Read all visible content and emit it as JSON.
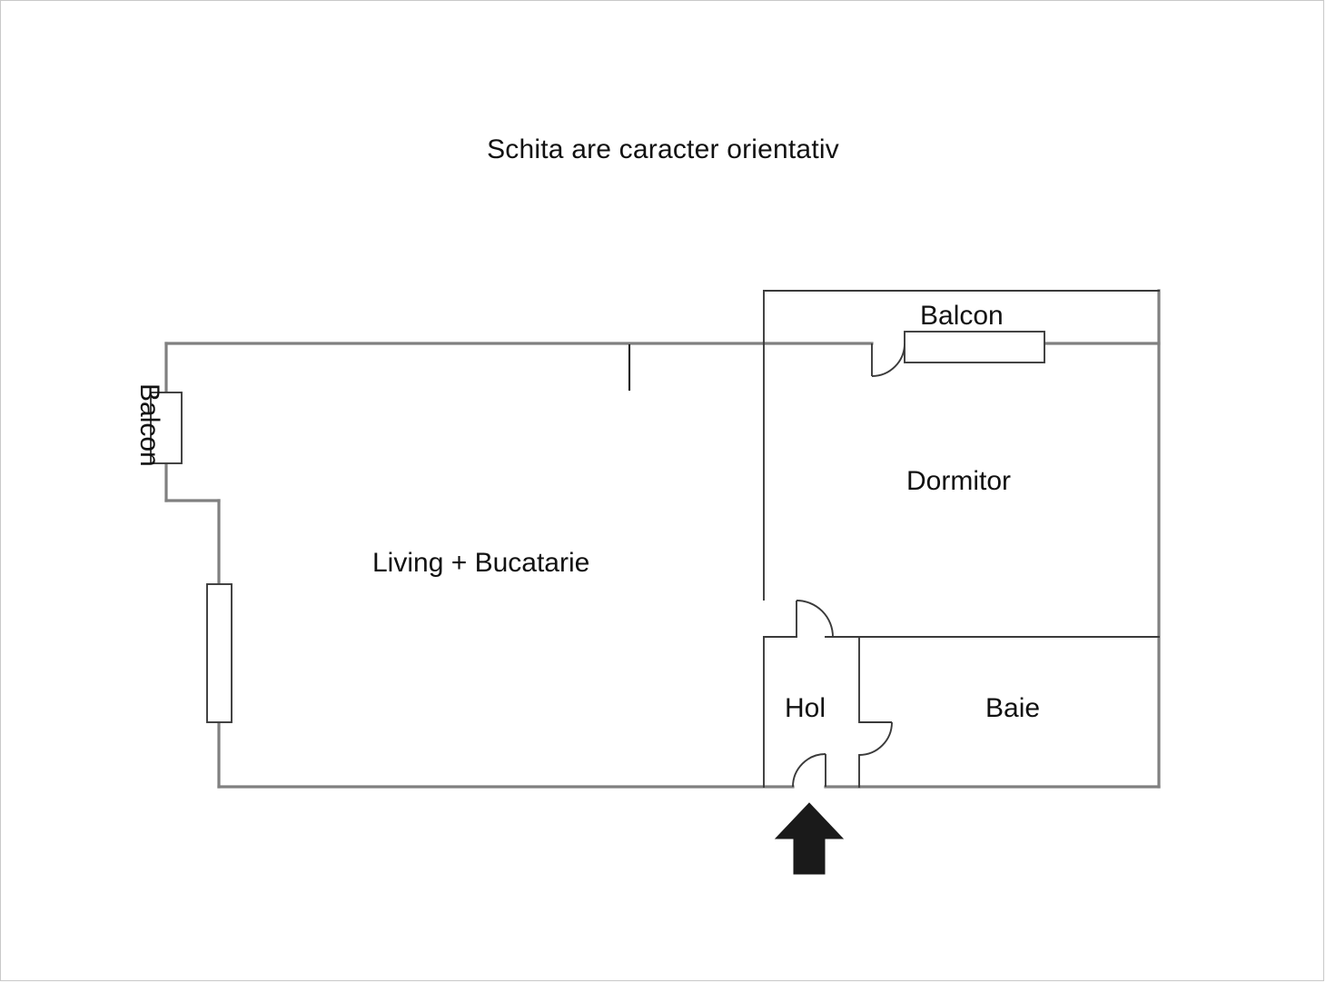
{
  "document": {
    "type": "floor-plan",
    "title": "Schita are caracter orientativ",
    "language": "ro"
  },
  "rooms": [
    {
      "id": "living",
      "label": "Living + Bucatarie"
    },
    {
      "id": "dormitor",
      "label": "Dormitor"
    },
    {
      "id": "baie",
      "label": "Baie"
    },
    {
      "id": "hol",
      "label": "Hol"
    }
  ],
  "balconies": [
    {
      "id": "balcon-top",
      "label": "Balcon",
      "orientation": "horizontal"
    },
    {
      "id": "balcon-left",
      "label": "Balcon",
      "orientation": "vertical"
    }
  ],
  "markers": {
    "entrance_arrow": "up-arrow",
    "entrance_arrow_direction": "up"
  },
  "style": {
    "wall_color": "#808080",
    "partition_color": "#3a3a3a",
    "window_color": "#3a3a3a",
    "arrow_color": "#1a1a1a",
    "page_border_color": "#c9c9c9",
    "background": "#ffffff",
    "text_color": "#111111"
  }
}
